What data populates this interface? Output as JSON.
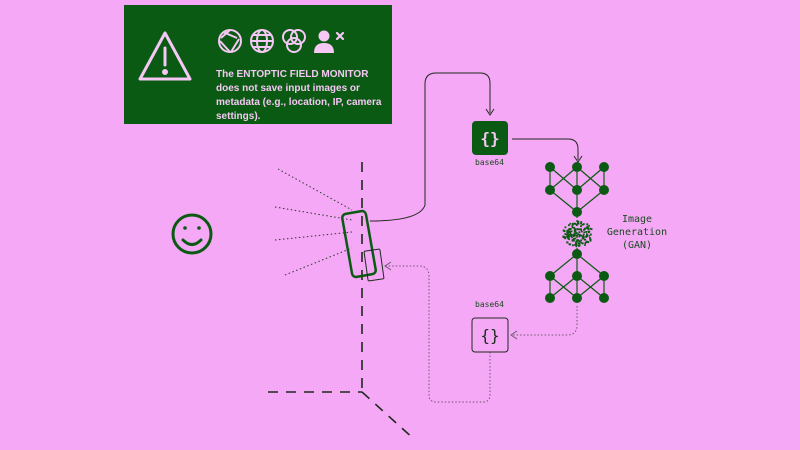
{
  "notice": {
    "text": "The ENTOPTIC FIELD MONITOR does not save input images or metadata (e.g., location, IP, camera settings).",
    "icons": [
      "warning-icon",
      "aperture-icon",
      "globe-icon",
      "rgb-circles-icon",
      "user-remove-icon"
    ],
    "background_color": "#0b5a13",
    "text_color": "#f5c8f5"
  },
  "labels": {
    "base64_top": "base64",
    "base64_bottom": "base64"
  },
  "gan": {
    "line1": "Image",
    "line2": "Generation",
    "line3": "(GAN)"
  },
  "colors": {
    "background": "#f5a8f5",
    "accent_green": "#0b5a13"
  }
}
